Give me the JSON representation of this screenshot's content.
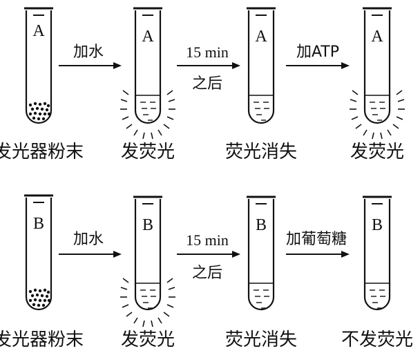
{
  "experiments": [
    {
      "tubes": [
        {
          "label": "A",
          "state": "powder",
          "caption": "发光器粉末"
        },
        {
          "label": "A",
          "state": "liquid-glow",
          "caption": "发荧光"
        },
        {
          "label": "A",
          "state": "liquid",
          "caption": "荧光消失"
        },
        {
          "label": "A",
          "state": "liquid-glow",
          "caption": "发荧光"
        }
      ],
      "steps": [
        {
          "top": "加水",
          "bottom": ""
        },
        {
          "top": "15 min",
          "bottom": "之后"
        },
        {
          "top": "加ATP",
          "bottom": ""
        }
      ]
    },
    {
      "tubes": [
        {
          "label": "B",
          "state": "powder",
          "caption": "发光器粉末"
        },
        {
          "label": "B",
          "state": "liquid-glow",
          "caption": "发荧光"
        },
        {
          "label": "B",
          "state": "liquid",
          "caption": "荧光消失"
        },
        {
          "label": "B",
          "state": "liquid",
          "caption": "不发荧光"
        }
      ],
      "steps": [
        {
          "top": "加水",
          "bottom": ""
        },
        {
          "top": "15 min",
          "bottom": "之后"
        },
        {
          "top": "加葡萄糖",
          "bottom": ""
        }
      ]
    }
  ]
}
